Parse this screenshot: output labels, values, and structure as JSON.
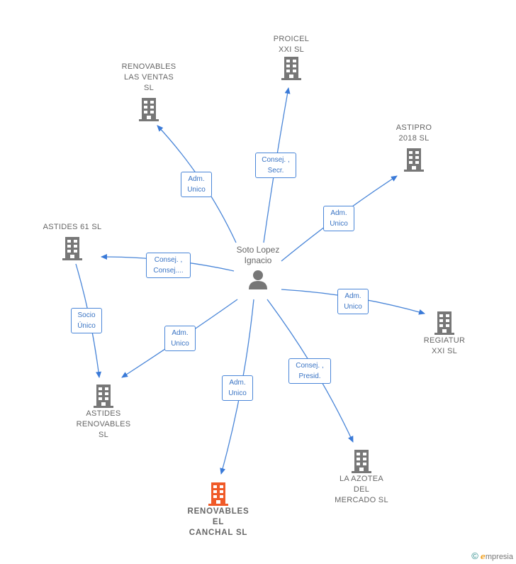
{
  "center": {
    "label": "Soto Lopez\nIgnacio",
    "icon": "person-icon"
  },
  "nodes": [
    {
      "id": "proicel",
      "label": "PROICEL\nXXI  SL",
      "color": "#777777"
    },
    {
      "id": "renovables-las-ventas",
      "label": "RENOVABLES\nLAS VENTAS\nSL",
      "color": "#777777"
    },
    {
      "id": "astipro",
      "label": "ASTIPRO\n2018  SL",
      "color": "#777777"
    },
    {
      "id": "astides-61",
      "label": "ASTIDES 61  SL",
      "color": "#777777"
    },
    {
      "id": "regiatur",
      "label": "REGIATUR\nXXI  SL",
      "color": "#777777"
    },
    {
      "id": "astides-renovables",
      "label": "ASTIDES\nRENOVABLES\nSL",
      "color": "#777777"
    },
    {
      "id": "la-azotea",
      "label": "LA AZOTEA\nDEL\nMERCADO  SL",
      "color": "#777777"
    },
    {
      "id": "renovables-el-canchal",
      "label": "RENOVABLES\nEL\nCANCHAL  SL",
      "color": "#f05a28"
    }
  ],
  "edges": [
    {
      "id": "e-proicel",
      "label": "Consej. ,\nSecr."
    },
    {
      "id": "e-las-ventas",
      "label": "Adm.\nUnico"
    },
    {
      "id": "e-astipro",
      "label": "Adm.\nUnico"
    },
    {
      "id": "e-astides-61",
      "label": "Consej. ,\nConsej...."
    },
    {
      "id": "e-regiatur",
      "label": "Adm.\nUnico"
    },
    {
      "id": "e-astides-ren",
      "label": "Adm.\nUnico"
    },
    {
      "id": "e-canchal",
      "label": "Adm.\nUnico"
    },
    {
      "id": "e-azotea",
      "label": "Consej. ,\nPresid."
    },
    {
      "id": "e-socio",
      "label": "Socio\nÚnico"
    }
  ],
  "footer": {
    "copyright": "©",
    "brand_initial": "e",
    "brand_rest": "mpresia"
  },
  "colors": {
    "edge": "#4a86d8",
    "building": "#777777",
    "focus": "#f05a28"
  }
}
